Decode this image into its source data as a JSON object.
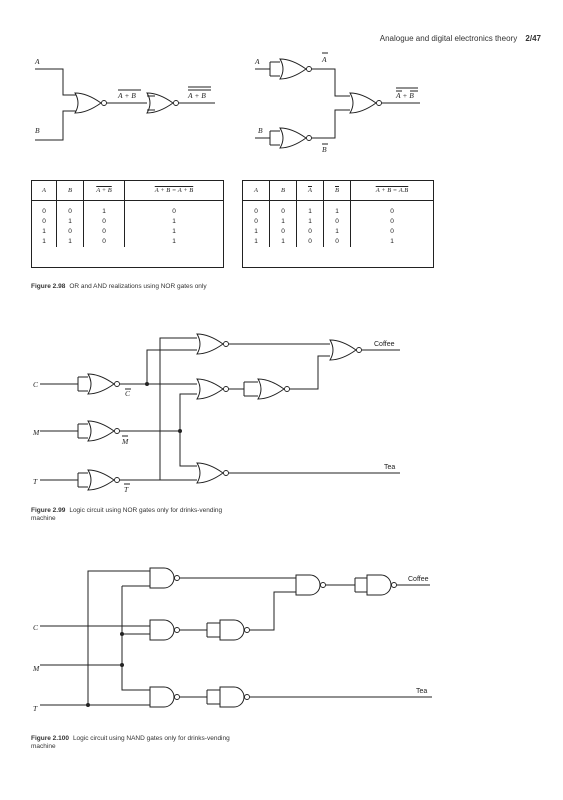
{
  "header": {
    "title": "Analogue and digital electronics theory",
    "page": "2/47"
  },
  "fig98": {
    "left_circuit": {
      "input_a": "A",
      "input_b": "B",
      "nor1_output": "A + B",
      "nor2_output": "A + B"
    },
    "right_circuit": {
      "input_a": "A",
      "input_b": "B",
      "not_a": "A",
      "not_b": "B",
      "output": "A + B"
    },
    "table_or": {
      "headers": [
        "A",
        "B",
        "A + B",
        "A + B = A + B"
      ],
      "rows": [
        [
          "0",
          "0",
          "1",
          "0"
        ],
        [
          "0",
          "1",
          "0",
          "1"
        ],
        [
          "1",
          "0",
          "0",
          "1"
        ],
        [
          "1",
          "1",
          "0",
          "1"
        ]
      ]
    },
    "table_and": {
      "headers": [
        "A",
        "B",
        "A",
        "B",
        "A + B = A.B"
      ],
      "rows": [
        [
          "0",
          "0",
          "1",
          "1",
          "0"
        ],
        [
          "0",
          "1",
          "1",
          "0",
          "0"
        ],
        [
          "1",
          "0",
          "0",
          "1",
          "0"
        ],
        [
          "1",
          "1",
          "0",
          "0",
          "1"
        ]
      ]
    },
    "caption_num": "Figure 2.98",
    "caption_text": "OR and AND realizations using NOR gates only"
  },
  "fig99": {
    "inputs": [
      "C",
      "M",
      "T"
    ],
    "inverted_labels": [
      "C",
      "M",
      "T"
    ],
    "outputs": [
      "Coffee",
      "Tea"
    ],
    "caption_num": "Figure 2.99",
    "caption_text": "Logic circuit using NOR gates only for drinks-vending",
    "caption_text2": "machine"
  },
  "fig100": {
    "inputs": [
      "C",
      "M",
      "T"
    ],
    "outputs": [
      "Coffee",
      "Tea"
    ],
    "caption_num": "Figure 2.100",
    "caption_text": "Logic circuit using NAND gates only for drinks-vending",
    "caption_text2": "machine"
  }
}
